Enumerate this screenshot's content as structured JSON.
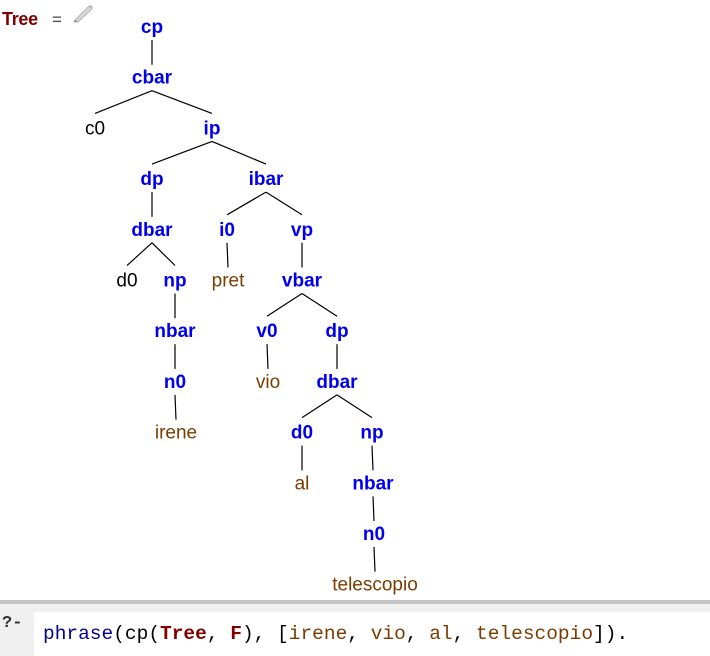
{
  "answer": {
    "variable": "Tree",
    "equals": "=",
    "edit_icon": "pencil-icon",
    "tree": {
      "label": "cp",
      "kind": "category",
      "children": [
        {
          "label": "cbar",
          "kind": "category",
          "children": [
            {
              "label": "c0",
              "kind": "empty"
            },
            {
              "label": "ip",
              "kind": "category",
              "children": [
                {
                  "label": "dp",
                  "kind": "category",
                  "children": [
                    {
                      "label": "dbar",
                      "kind": "category",
                      "children": [
                        {
                          "label": "d0",
                          "kind": "empty"
                        },
                        {
                          "label": "np",
                          "kind": "category",
                          "children": [
                            {
                              "label": "nbar",
                              "kind": "category",
                              "children": [
                                {
                                  "label": "n0",
                                  "kind": "category",
                                  "children": [
                                    {
                                      "label": "irene",
                                      "kind": "word"
                                    }
                                  ]
                                }
                              ]
                            }
                          ]
                        }
                      ]
                    }
                  ]
                },
                {
                  "label": "ibar",
                  "kind": "category",
                  "children": [
                    {
                      "label": "i0",
                      "kind": "category",
                      "children": [
                        {
                          "label": "pret",
                          "kind": "word"
                        }
                      ]
                    },
                    {
                      "label": "vp",
                      "kind": "category",
                      "children": [
                        {
                          "label": "vbar",
                          "kind": "category",
                          "children": [
                            {
                              "label": "v0",
                              "kind": "category",
                              "children": [
                                {
                                  "label": "vio",
                                  "kind": "word"
                                }
                              ]
                            },
                            {
                              "label": "dp",
                              "kind": "category",
                              "children": [
                                {
                                  "label": "dbar",
                                  "kind": "category",
                                  "children": [
                                    {
                                      "label": "d0",
                                      "kind": "category",
                                      "children": [
                                        {
                                          "label": "al",
                                          "kind": "word"
                                        }
                                      ]
                                    },
                                    {
                                      "label": "np",
                                      "kind": "category",
                                      "children": [
                                        {
                                          "label": "nbar",
                                          "kind": "category",
                                          "children": [
                                            {
                                              "label": "n0",
                                              "kind": "category",
                                              "children": [
                                                {
                                                  "label": "telescopio",
                                                  "kind": "word"
                                                }
                                              ]
                                            }
                                          ]
                                        }
                                      ]
                                    }
                                  ]
                                }
                              ]
                            }
                          ]
                        }
                      ]
                    }
                  ]
                }
              ]
            }
          ]
        }
      ]
    }
  },
  "query": {
    "prompt": "?-",
    "tokens": [
      {
        "text": "phrase",
        "style": "pred"
      },
      {
        "text": "(",
        "style": "punct"
      },
      {
        "text": "cp",
        "style": "plain"
      },
      {
        "text": "(",
        "style": "punct"
      },
      {
        "text": "Tree",
        "style": "var"
      },
      {
        "text": ", ",
        "style": "punct"
      },
      {
        "text": "F",
        "style": "var"
      },
      {
        "text": "), [",
        "style": "punct"
      },
      {
        "text": "irene",
        "style": "atom"
      },
      {
        "text": ", ",
        "style": "punct"
      },
      {
        "text": "vio",
        "style": "atom"
      },
      {
        "text": ", ",
        "style": "punct"
      },
      {
        "text": "al",
        "style": "atom"
      },
      {
        "text": ", ",
        "style": "punct"
      },
      {
        "text": "telescopio",
        "style": "atom"
      },
      {
        "text": "]).",
        "style": "punct"
      }
    ]
  },
  "colors": {
    "category": "#0000ee",
    "word": "#7a3c00",
    "empty": "#000000",
    "variable": "#800000",
    "predicate": "#00008b"
  }
}
